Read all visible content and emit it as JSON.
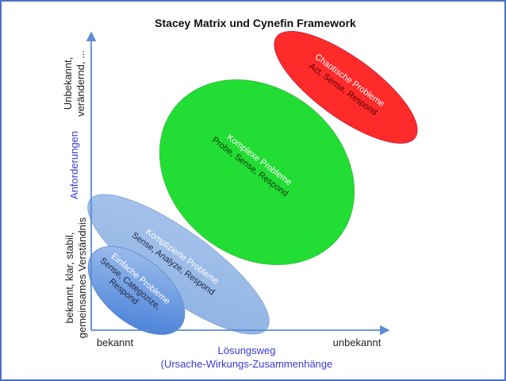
{
  "title": "Stacey Matrix und Cynefin Framework",
  "y_axis": {
    "label": "Anforderungen",
    "top_text_line1": "Unbekannt,",
    "top_text_line2": "verändernd, ...",
    "bottom_text_line1": "bekannt, klar, stabil,",
    "bottom_text_line2": "gemeinsames Verständnis"
  },
  "x_axis": {
    "label_line1": "Lösungsweg",
    "label_line2": "(Ursache-Wirkungs-Zusammenhänge",
    "left_text": "bekannt",
    "right_text": "unbekannt"
  },
  "domains": [
    {
      "id": "einfach",
      "title": "Einfache Probleme",
      "sub1": "Sense, Categozize,",
      "sub2": "Respond",
      "color": "#5f95dd"
    },
    {
      "id": "kompliziert",
      "title": "Komplizierte Probleme",
      "sub1": "Sense, Analyze, Respond",
      "color": "#9dbde8"
    },
    {
      "id": "komplex",
      "title": "Komplexe Probleme",
      "sub1": "Probe, Sense, Respond",
      "color": "#22dd33"
    },
    {
      "id": "chaotisch",
      "title": "Chaotische Probleme",
      "sub1": "Act, Sense, Respond",
      "color": "#ff2a2a"
    }
  ],
  "colors": {
    "axis": "#5b8bd0",
    "axis_label": "#3a3ad6",
    "frame": "#4a72c4"
  }
}
